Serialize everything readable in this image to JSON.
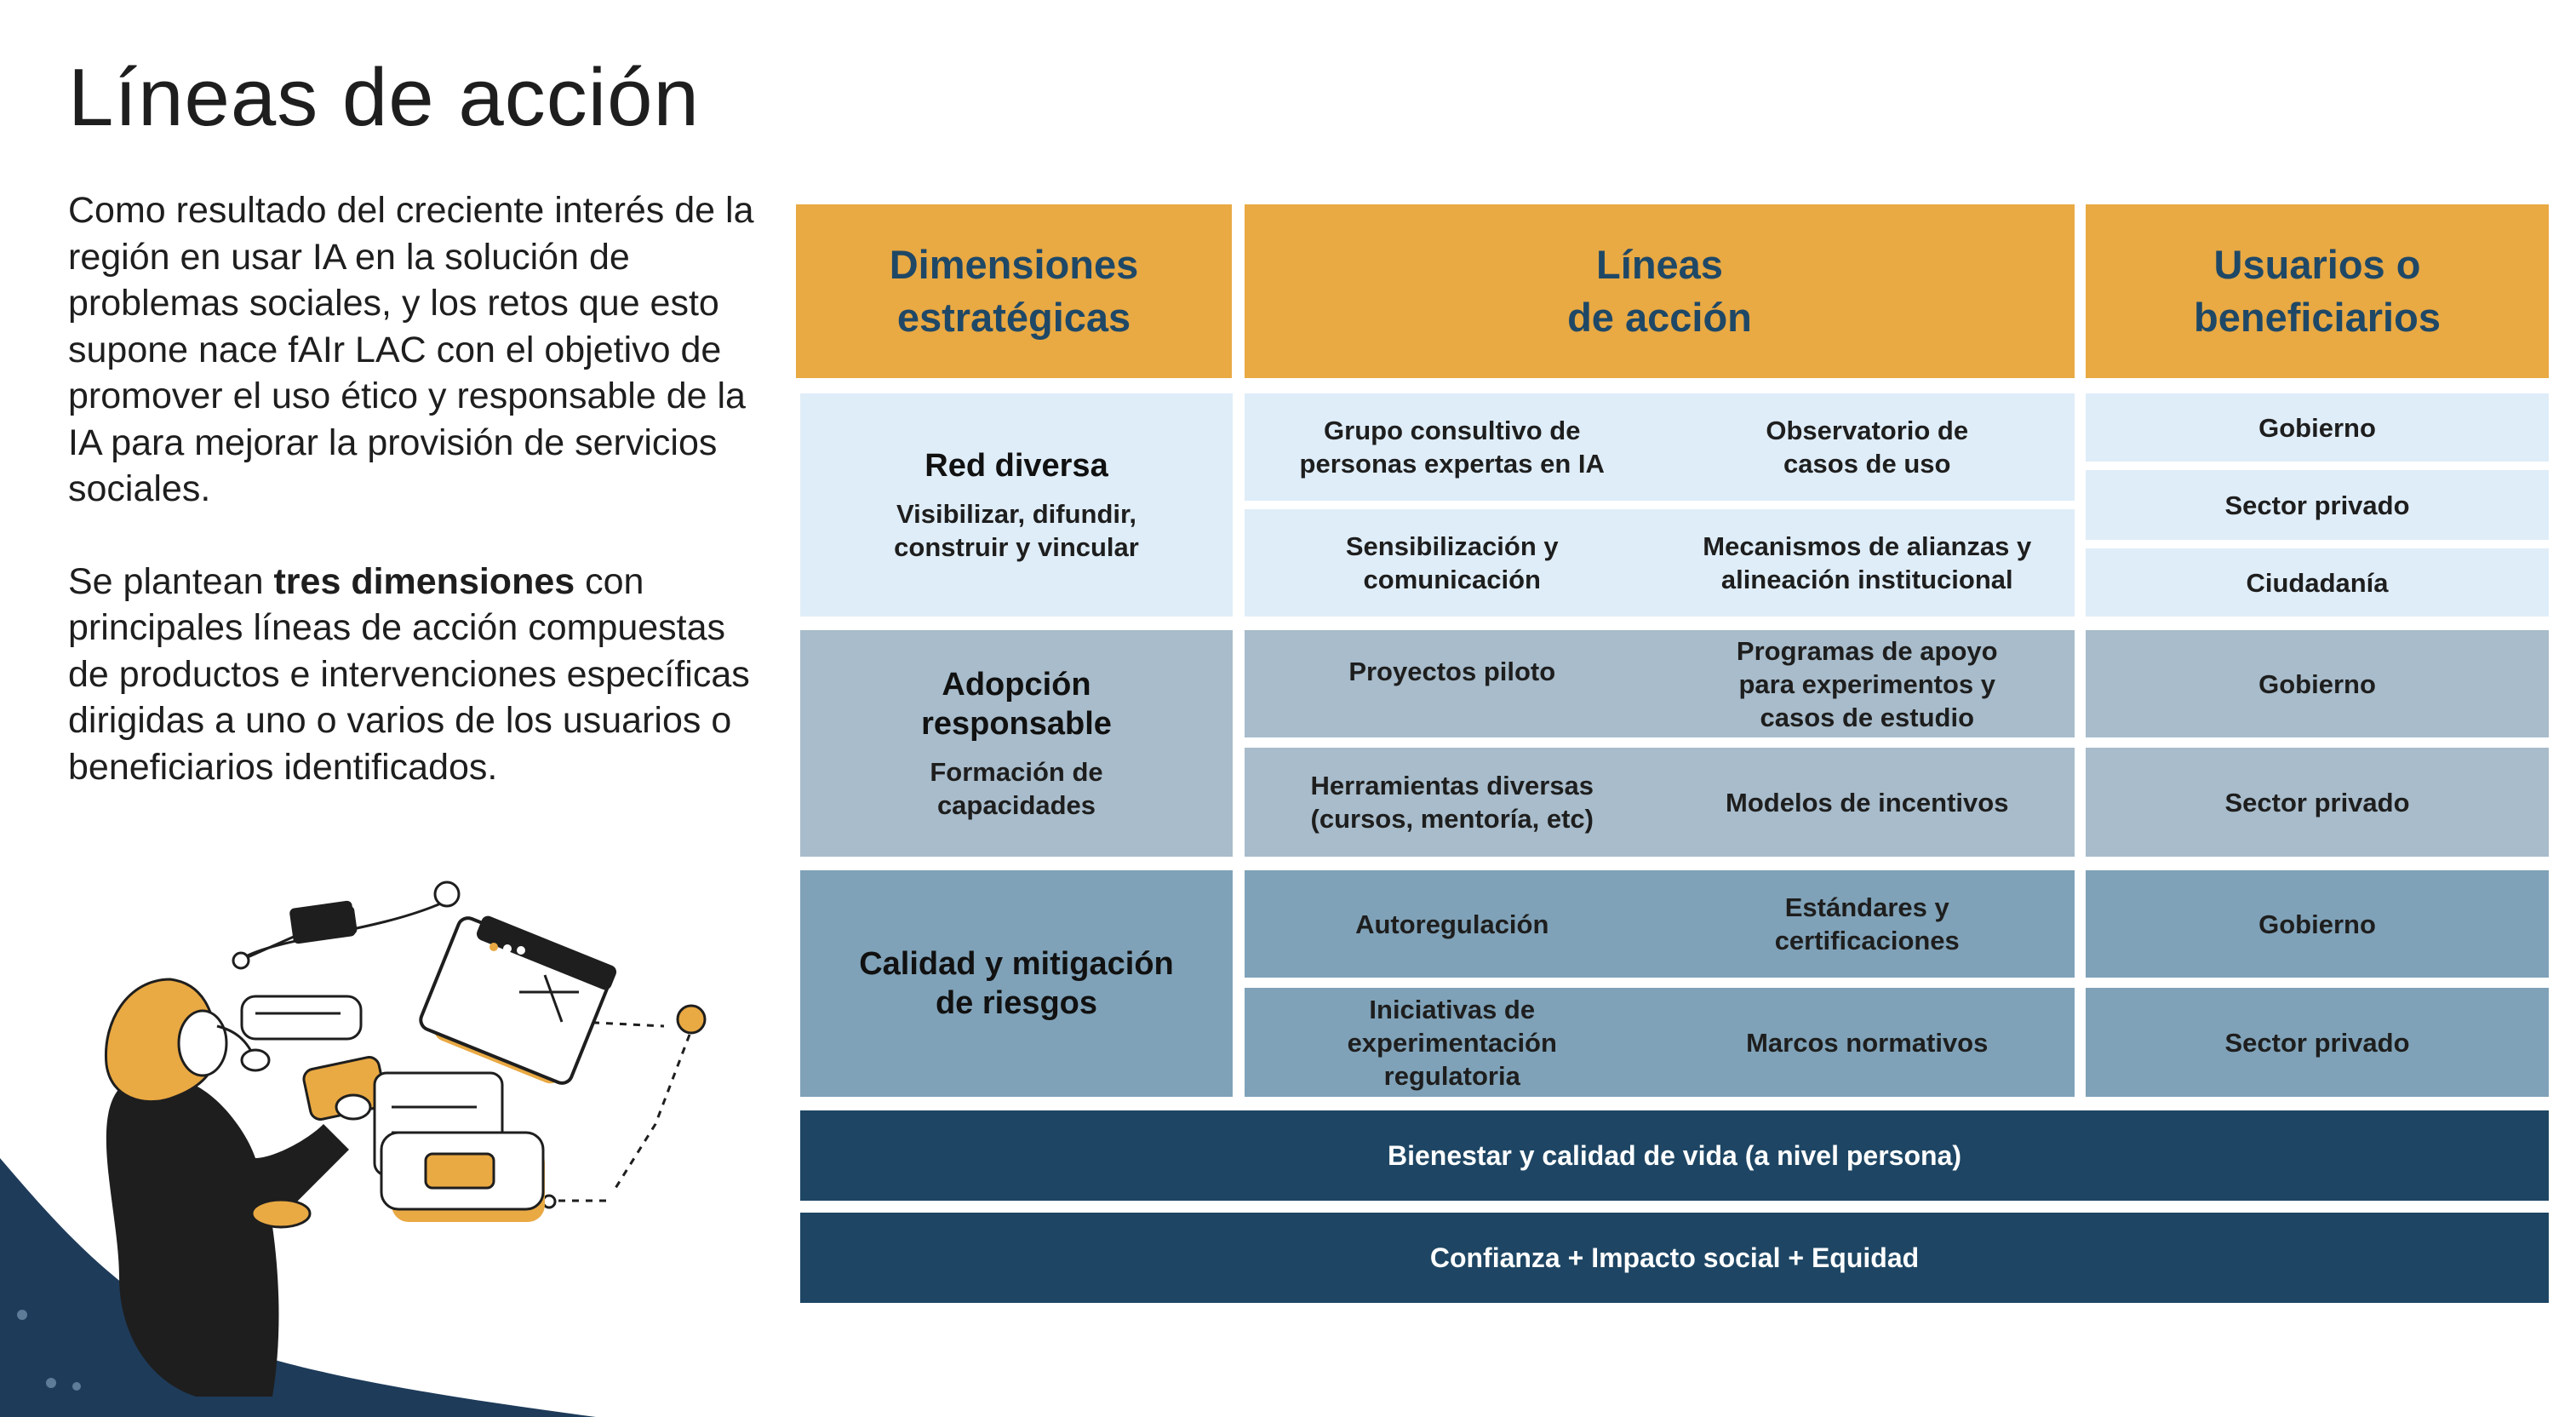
{
  "title": "Líneas de acción",
  "intro": {
    "paragraph1": "Como resultado del creciente interés de la región en usar IA en la solución de problemas sociales, y los retos que esto supone nace fAIr LAC con el objetivo de promover el uso ético y responsable de la IA para mejorar la provisión de servicios sociales.",
    "p2_before": "Se plantean ",
    "p2_bold": "tres dimensiones",
    "p2_after": " con principales líneas de acción compuestas de productos e intervenciones específicas dirigidas a uno o varios de los usuarios o beneficiarios identificados."
  },
  "headers": {
    "col1_line1": "Dimensiones",
    "col1_line2": "estratégicas",
    "col2_line1": "Líneas",
    "col2_line2": "de acción",
    "col3_line1": "Usuarios o",
    "col3_line2": "beneficiarios"
  },
  "rows": {
    "r1": {
      "dimension": "Red diversa",
      "dimension_sub_1": "Visibilizar, difundir,",
      "dimension_sub_2": "construir y vincular",
      "a1_l1": "Grupo consultivo de",
      "a1_l2": "personas expertas en IA",
      "a2_l1": "Observatorio de",
      "a2_l2": "casos de uso",
      "a3_l1": "Sensibilización y",
      "a3_l2": "comunicación",
      "a4_l1": "Mecanismos de alianzas y",
      "a4_l2": "alineación institucional",
      "u1": "Gobierno",
      "u2": "Sector privado",
      "u3": "Ciudadanía"
    },
    "r2": {
      "dimension_l1": "Adopción",
      "dimension_l2": "responsable",
      "dimension_sub_1": "Formación de",
      "dimension_sub_2": "capacidades",
      "a1": "Proyectos piloto",
      "a2_l1": "Programas de apoyo",
      "a2_l2": "para experimentos y",
      "a2_l3": "casos de estudio",
      "a3_l1": "Herramientas diversas",
      "a3_l2": "(cursos, mentoría, etc)",
      "a4": "Modelos de incentivos",
      "u1": "Gobierno",
      "u2": "Sector privado"
    },
    "r3": {
      "dimension_l1": "Calidad y mitigación",
      "dimension_l2": "de riesgos",
      "a1": "Autoregulación",
      "a2_l1": "Estándares y",
      "a2_l2": "certificaciones",
      "a3_l1": "Iniciativas de",
      "a3_l2": "experimentación",
      "a3_l3": "regulatoria",
      "a4": "Marcos normativos",
      "u1": "Gobierno",
      "u2": "Sector privado"
    }
  },
  "footer": {
    "bar1": "Bienestar y calidad de vida (a nivel persona)",
    "bar2": "Confianza + Impacto social + Equidad"
  },
  "colors": {
    "header_bg": "#e9a943",
    "header_text": "#1f4866",
    "row1_bg": "#dfedf8",
    "row2_bg": "#a8bccb",
    "row3_bg": "#7fa2b8",
    "footer_bg": "#1e4664"
  },
  "icons": [
    "woman-with-interface-illustration",
    "wave-decoration"
  ]
}
